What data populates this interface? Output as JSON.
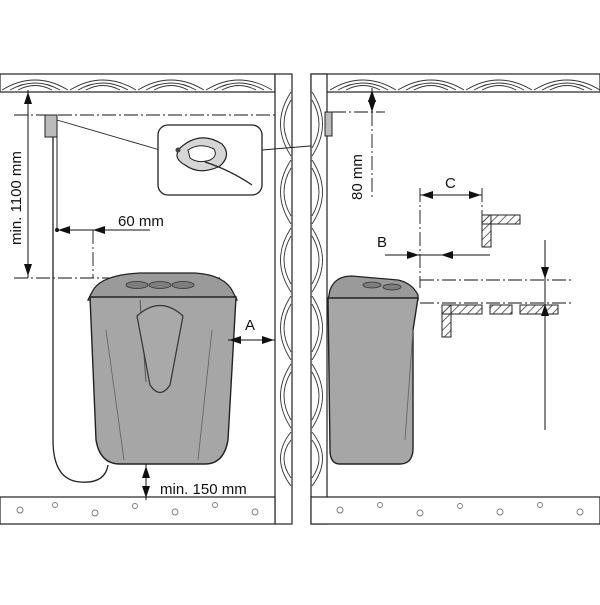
{
  "labels": {
    "min_height": "min. 1100 mm",
    "side_clearance_60": "60 mm",
    "clearance_a": "A",
    "floor_clearance": "min. 150 mm",
    "top_80": "80 mm",
    "clearance_b": "B",
    "clearance_c": "C"
  },
  "colors": {
    "heater_body": "#a6a6a6",
    "heater_dark": "#8a8a8a",
    "line": "#111111",
    "hatch": "#444444"
  }
}
